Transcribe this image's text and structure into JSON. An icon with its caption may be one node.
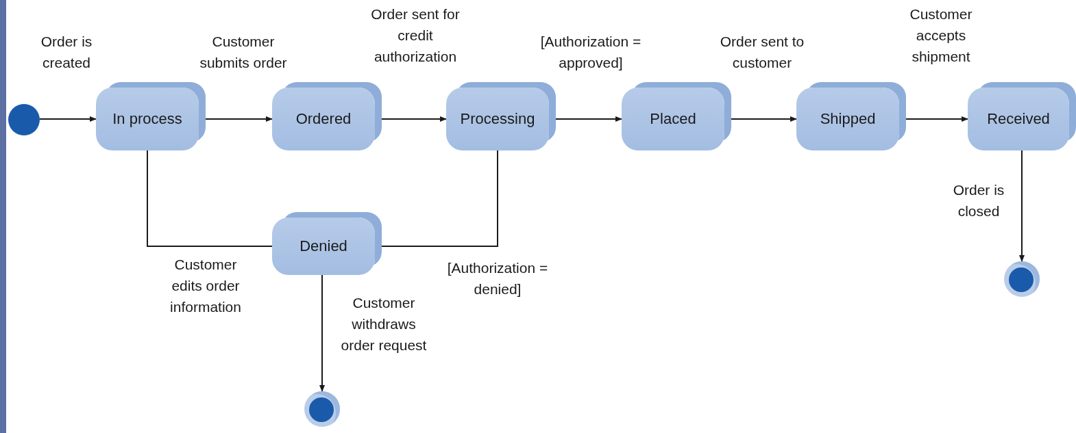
{
  "diagram": {
    "nodes": [
      {
        "text": [],
        "shape": "circle"
      },
      {
        "text": [
          "In process"
        ]
      },
      {
        "text": [
          "Ordered"
        ]
      },
      {
        "text": [
          "Processing"
        ]
      },
      {
        "text": [
          "Placed"
        ]
      },
      {
        "text": [
          "Shipped"
        ]
      },
      {
        "text": [
          "Received"
        ]
      },
      {
        "text": [
          "Denied"
        ]
      },
      {
        "text": [],
        "shape": "circle"
      },
      {
        "text": [],
        "shape": "circle"
      }
    ],
    "edges": [
      {
        "from": 0,
        "to": 1,
        "arrow": "to",
        "label": "Order is created"
      },
      {
        "from": 1,
        "to": 2,
        "arrow": "to",
        "label": "Customer submits order"
      },
      {
        "from": 2,
        "to": 3,
        "arrow": "to",
        "label": "Order sent for credit authorization"
      },
      {
        "from": 3,
        "to": 4,
        "arrow": "to",
        "label": "[Authorization = approved]"
      },
      {
        "from": 4,
        "to": 5,
        "arrow": "to",
        "label": "Order sent to customer"
      },
      {
        "from": 5,
        "to": 6,
        "arrow": "to",
        "label": "Customer accepts shipment"
      },
      {
        "from": 3,
        "to": 7,
        "arrow": "to",
        "label": "[Authorization = denied]"
      },
      {
        "from": 7,
        "to": 1,
        "arrow": "none",
        "label": "Customer edits order information"
      },
      {
        "from": 7,
        "to": 8,
        "arrow": "to",
        "label": "Customer withdraws order request"
      },
      {
        "from": 6,
        "to": 9,
        "arrow": "to",
        "label": "Order is closed"
      }
    ]
  }
}
